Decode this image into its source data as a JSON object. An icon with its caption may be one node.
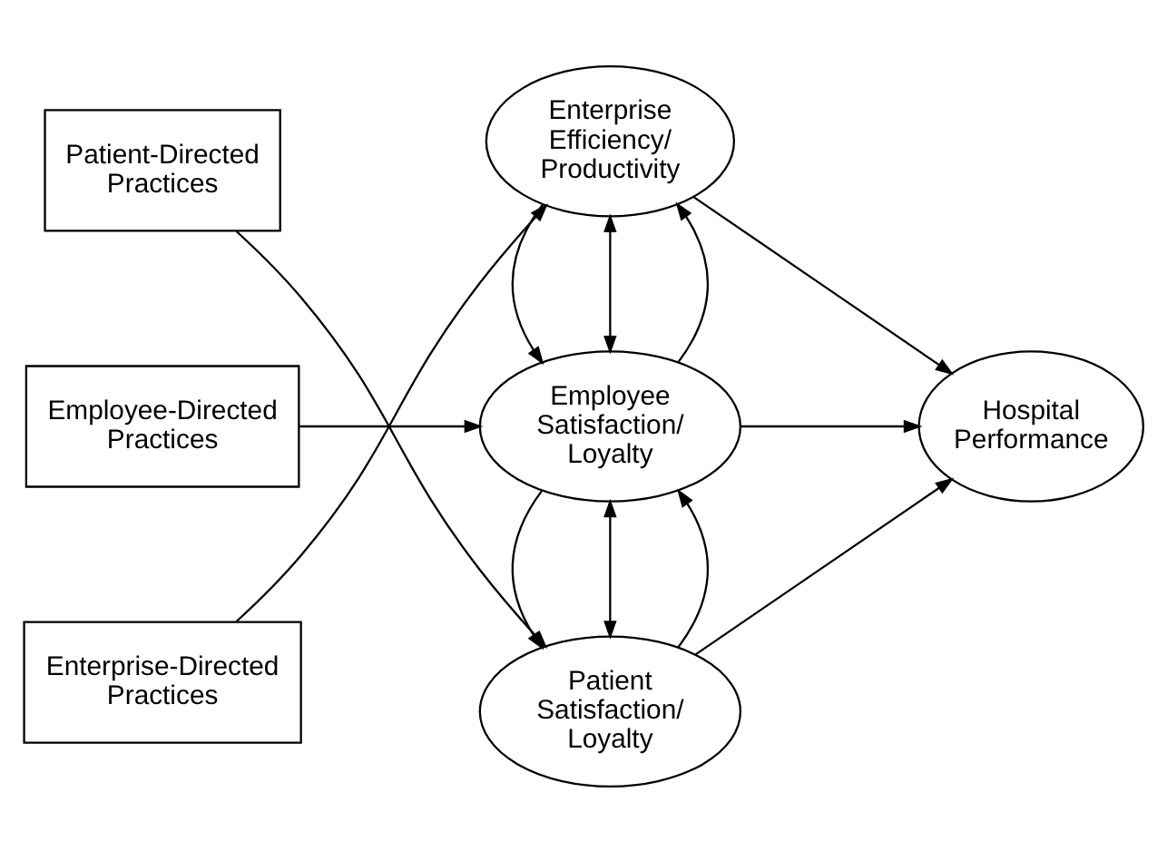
{
  "diagram": {
    "nodes": [
      {
        "text": [
          "Patient-Directed Practices"
        ]
      },
      {
        "text": [
          "Patient Satisfaction/ Loyalty"
        ]
      },
      {
        "text": [
          "Employee-Directed Practices"
        ]
      },
      {
        "text": [
          "Employee Satisfaction/ Loyalty"
        ]
      },
      {
        "text": [
          "Enterprise-Directed Practices"
        ]
      },
      {
        "text": [
          "Enterprise Efficiency/ Productivity"
        ]
      },
      {
        "text": [
          "Hospital Performance"
        ]
      }
    ],
    "edges": [
      {
        "from": 0,
        "to": 1,
        "arrow": "to"
      },
      {
        "from": 2,
        "to": 3,
        "arrow": "to"
      },
      {
        "from": 4,
        "to": 5,
        "arrow": "to"
      },
      {
        "from": 1,
        "to": 3,
        "arrow": "to"
      },
      {
        "from": 1,
        "to": 3,
        "arrow": "both"
      },
      {
        "from": 3,
        "to": 1,
        "arrow": "to"
      },
      {
        "from": 3,
        "to": 5,
        "arrow": "to"
      },
      {
        "from": 3,
        "to": 5,
        "arrow": "both"
      },
      {
        "from": 5,
        "to": 3,
        "arrow": "to"
      },
      {
        "from": 1,
        "to": 6,
        "arrow": "to"
      },
      {
        "from": 3,
        "to": 6,
        "arrow": "to"
      },
      {
        "from": 5,
        "to": 6,
        "arrow": "to"
      }
    ]
  }
}
